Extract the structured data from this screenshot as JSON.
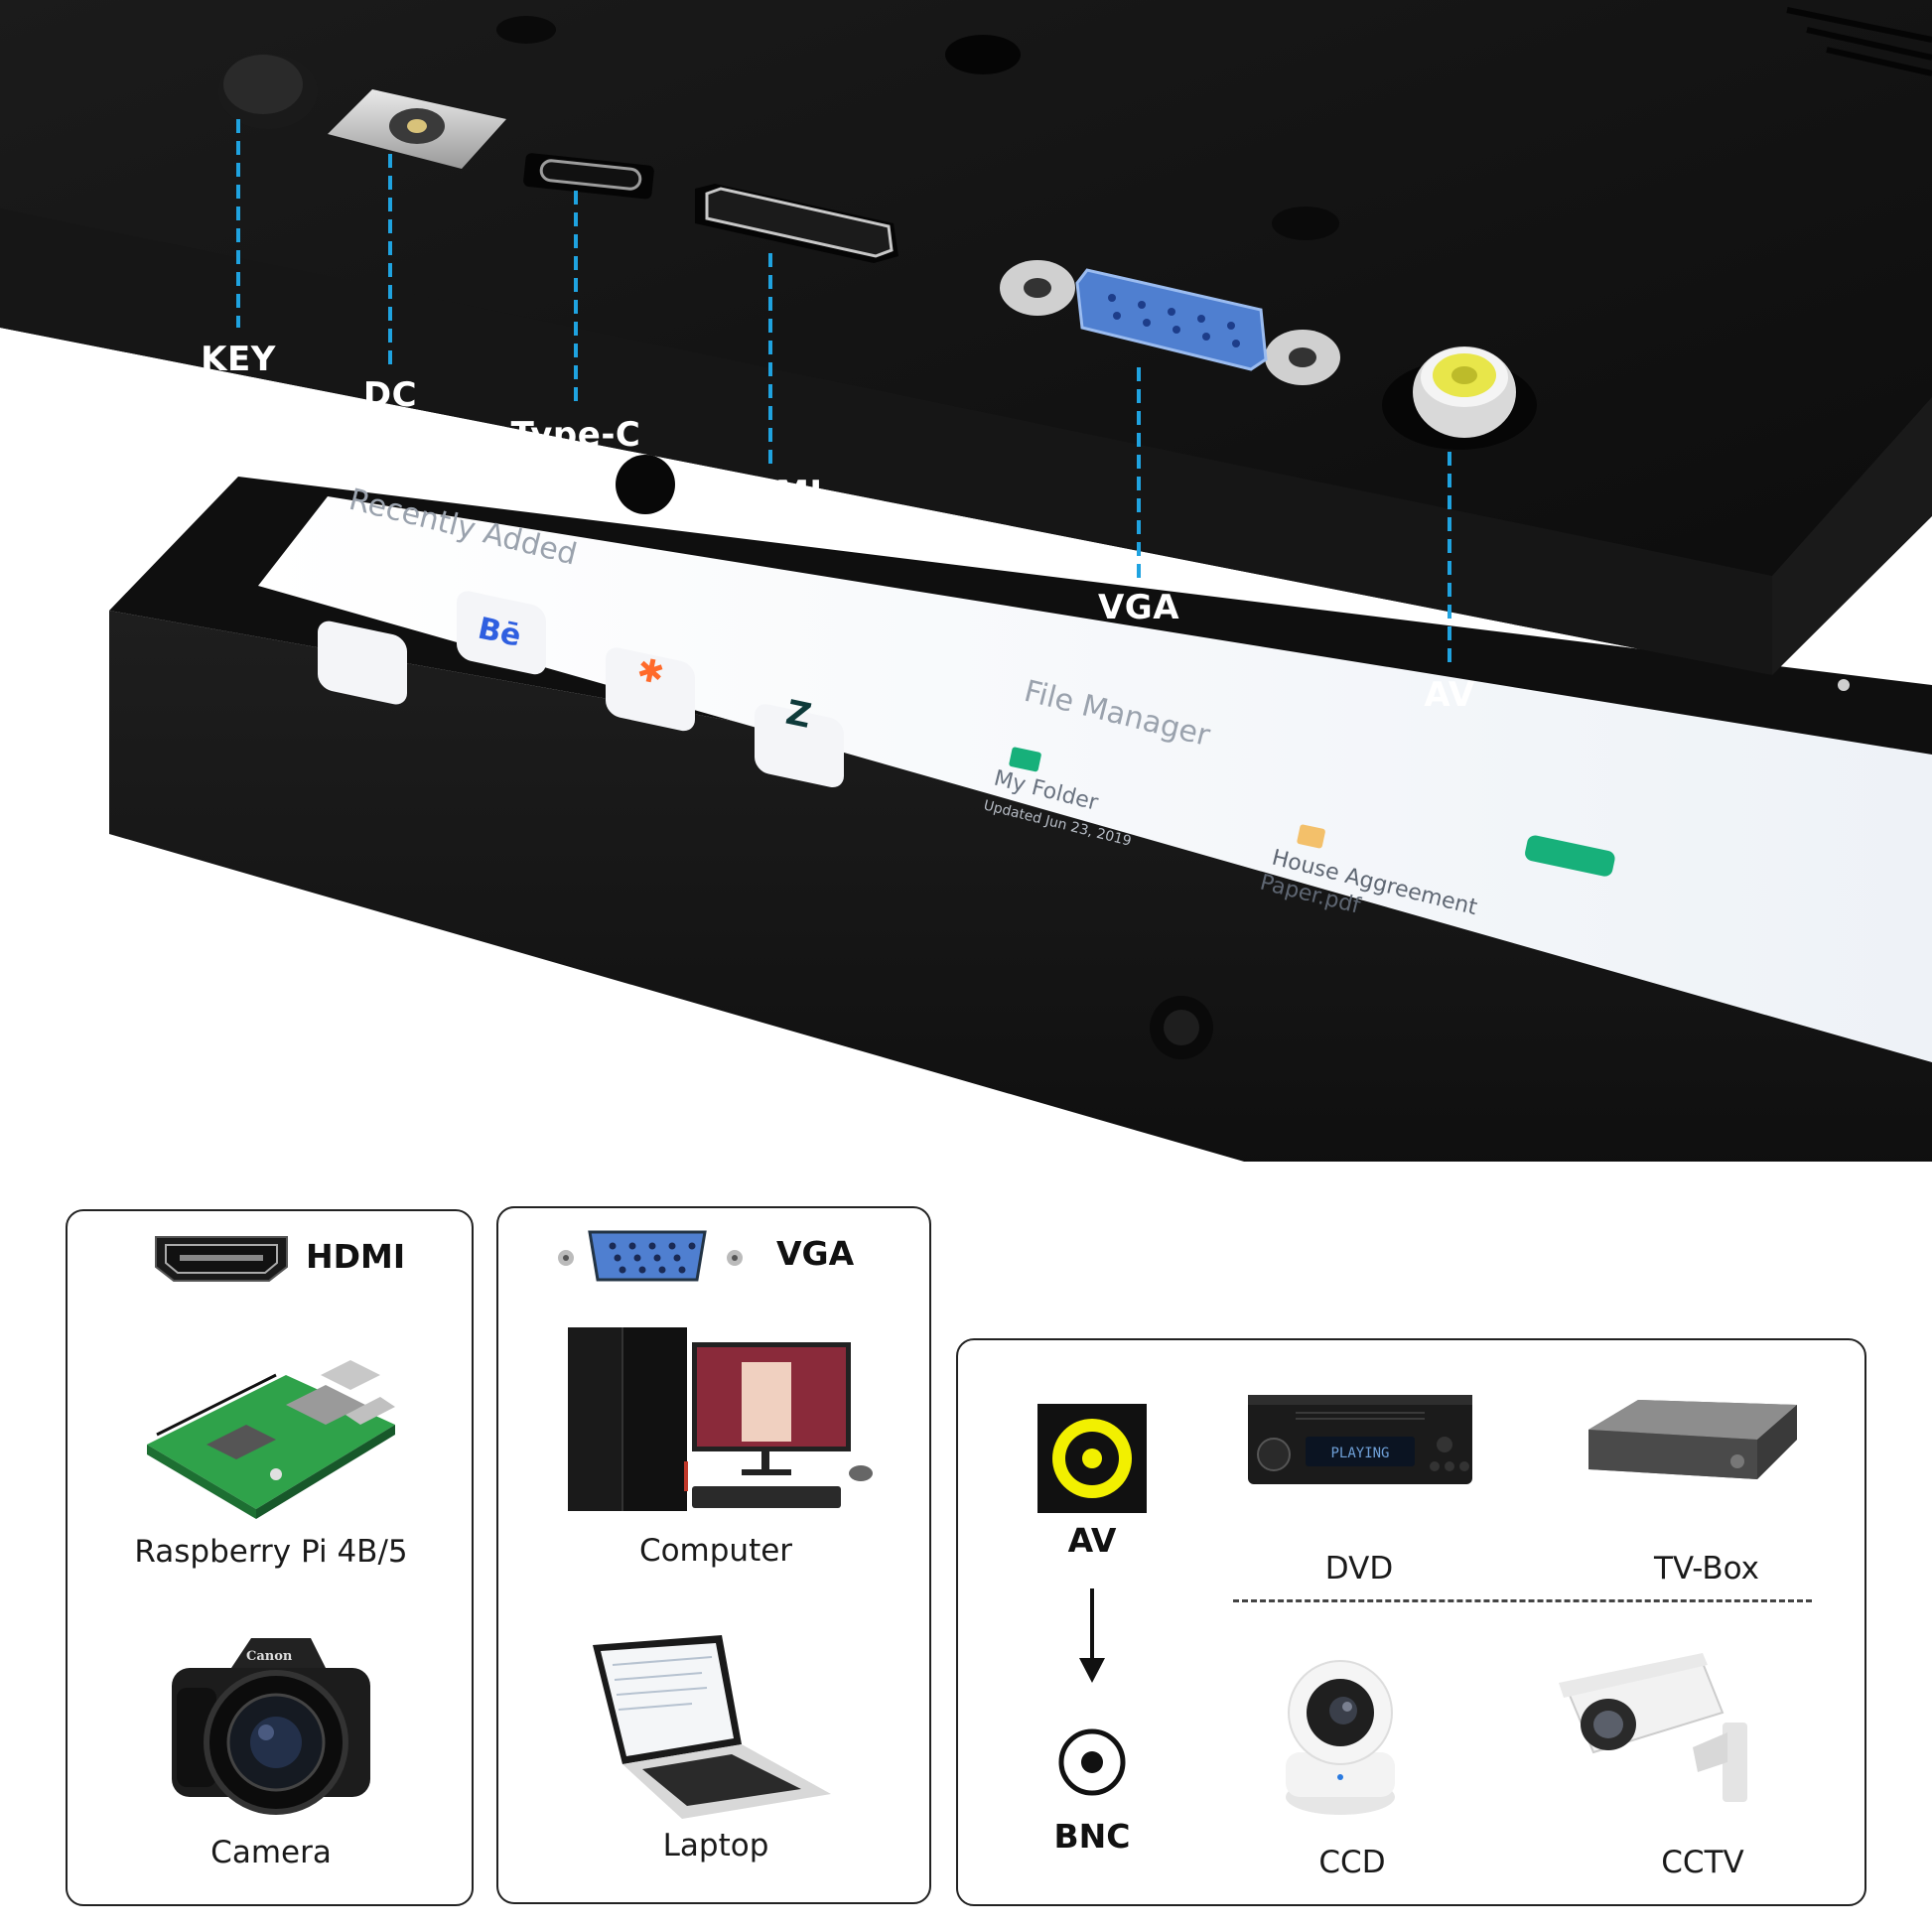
{
  "ports": {
    "key": "KEY",
    "dc": "DC",
    "typec": "Type-C",
    "hdmi": "HDMI",
    "vga": "VGA",
    "av": "AV"
  },
  "screen_content": {
    "heading_recent": "Recently Added",
    "heading_files": "File Manager",
    "folder_name": "My Folder",
    "folder_date": "Updated Jun 23, 2019",
    "file_name_1": "House Aggreement",
    "file_name_2": "Paper.pdf"
  },
  "panels": {
    "hdmi": {
      "title": "HDMI",
      "devices": [
        "Raspberry Pi 4B/5",
        "Camera"
      ]
    },
    "vga": {
      "title": "VGA",
      "devices": [
        "Computer",
        "Laptop"
      ]
    },
    "av": {
      "av_label": "AV",
      "bnc_label": "BNC",
      "devices": [
        "DVD",
        "TV-Box",
        "CCD",
        "CCTV"
      ],
      "dvd_display": "PLAYING"
    }
  },
  "colors": {
    "leader_line": "#1fa3e0",
    "monitor_body": "#141414",
    "vga_blue": "#4f7fd0",
    "av_yellow": "#f2f000"
  }
}
